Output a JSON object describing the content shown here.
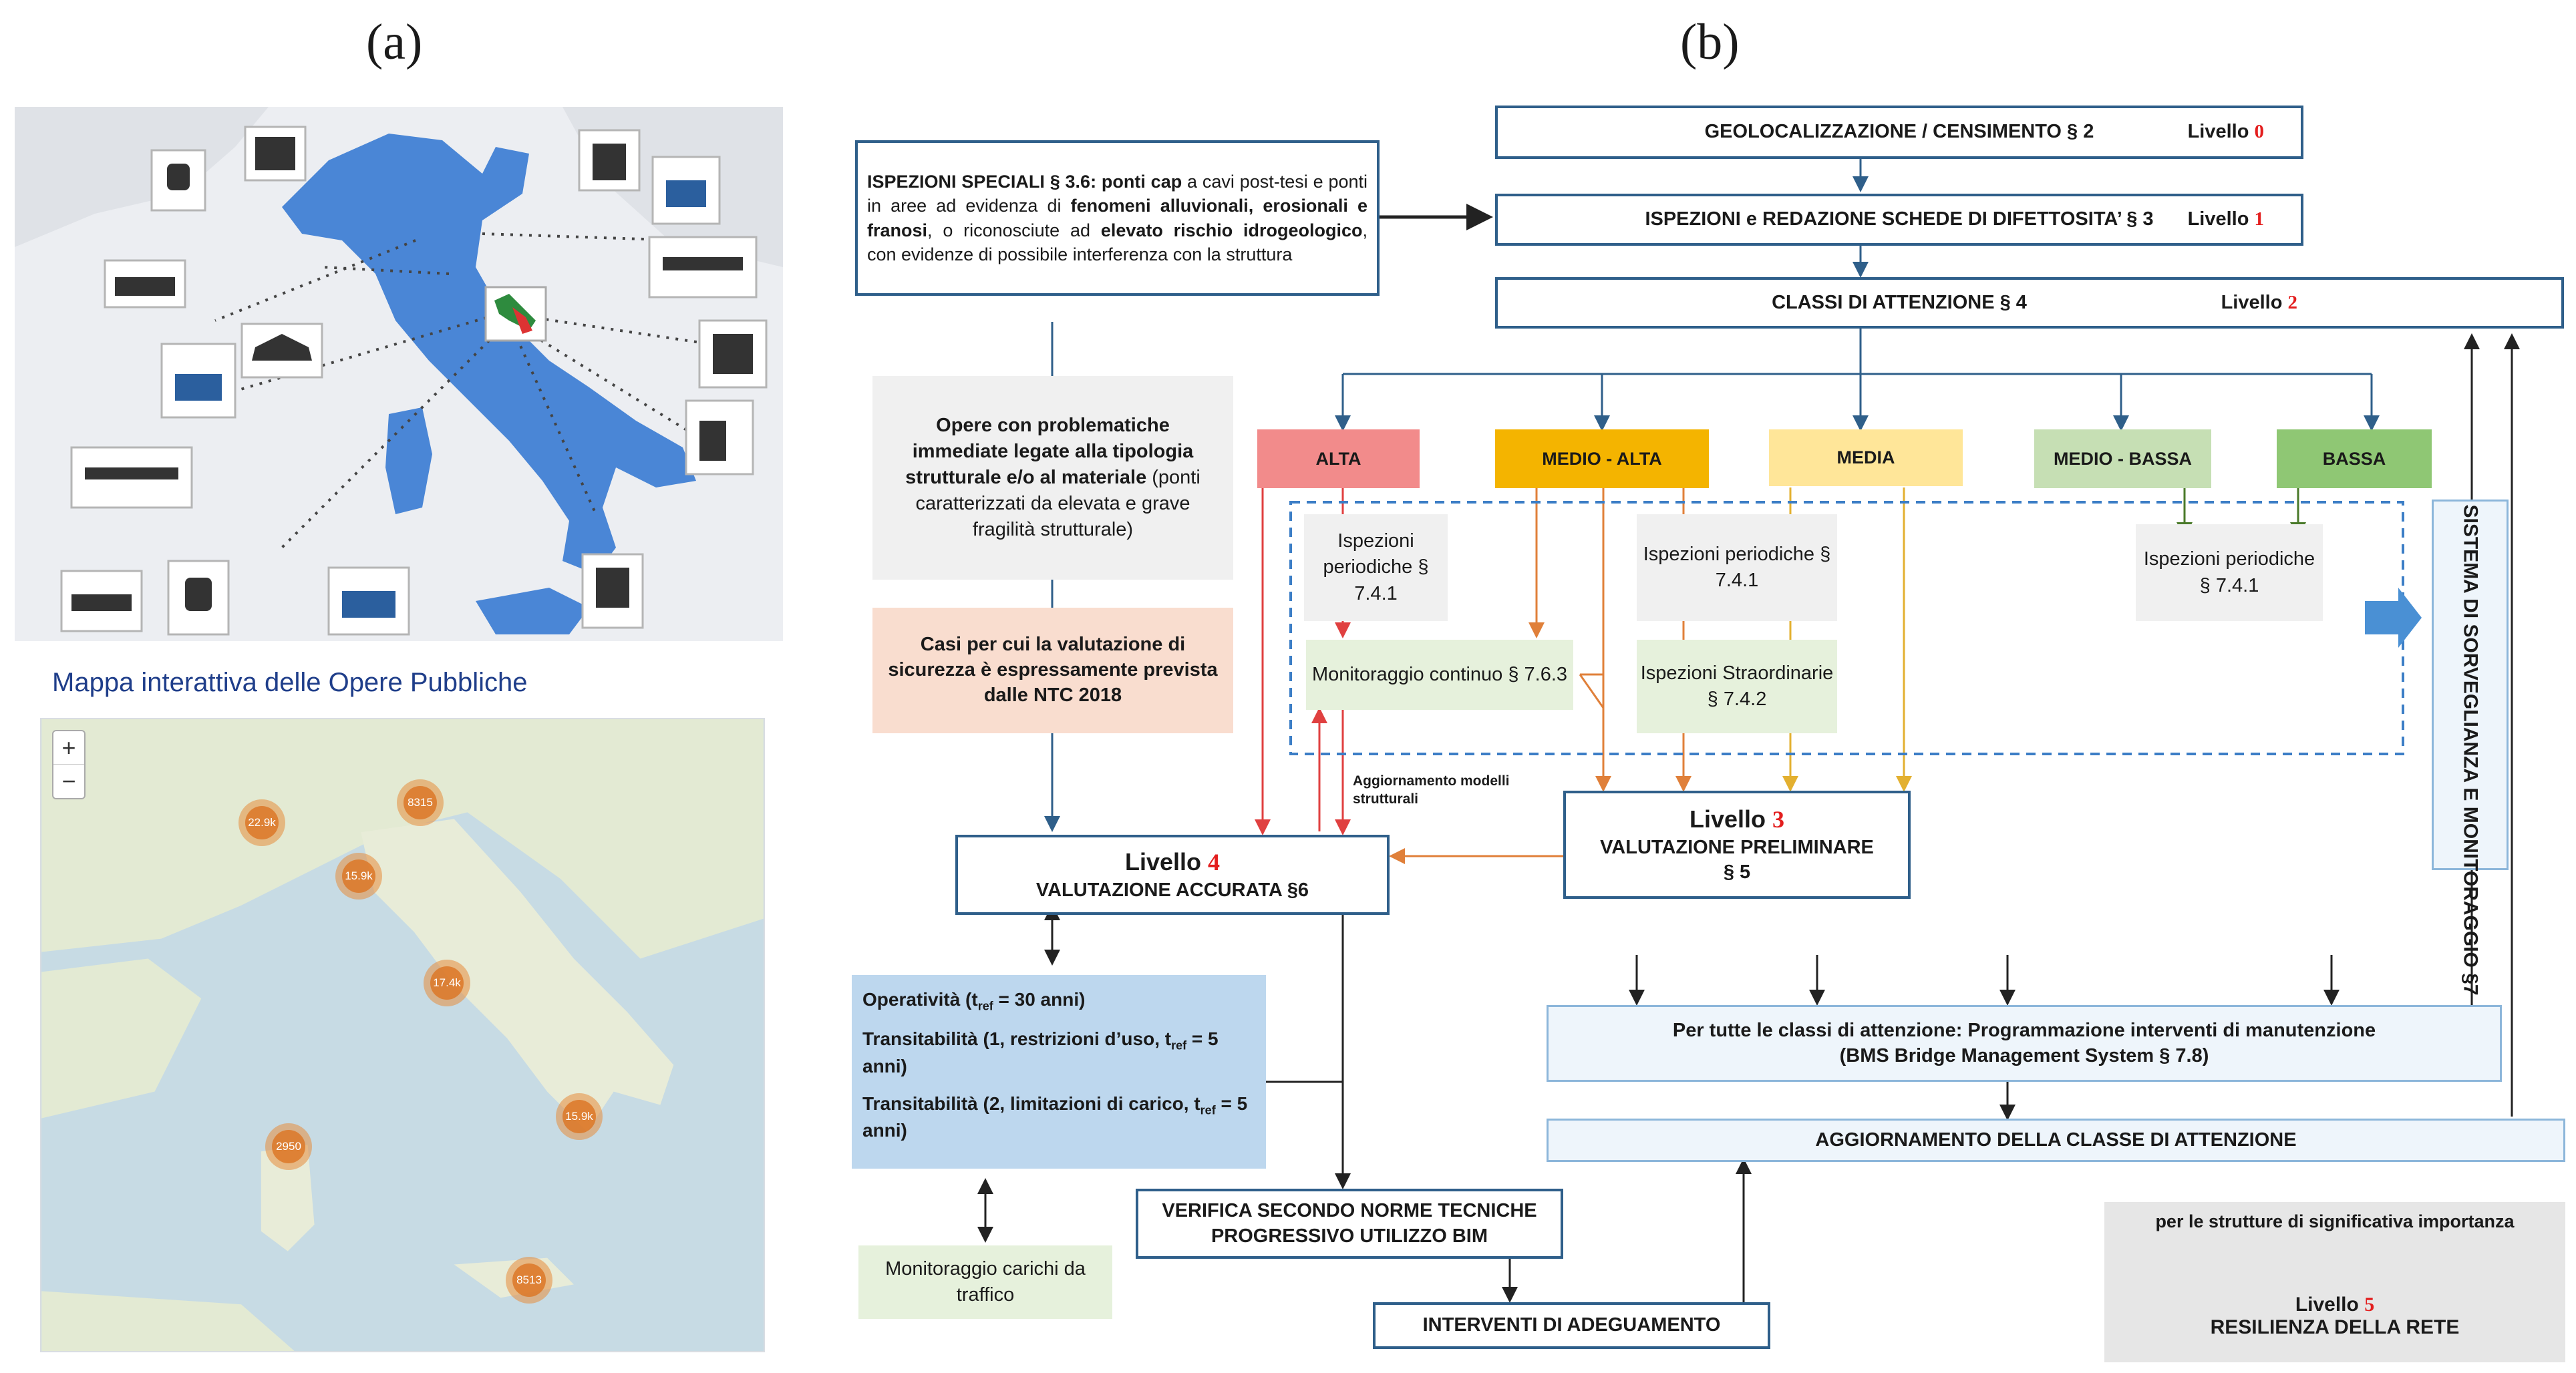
{
  "panels": {
    "a": "(a)",
    "b": "(b)"
  },
  "left": {
    "map_caption": "Mappa interattiva delle Opere Pubbliche",
    "zoom": {
      "in": "+",
      "out": "−"
    },
    "clusters": [
      "8315",
      "22.9k",
      "15.9k",
      "17.4k",
      "15.9k",
      "2950",
      "8513"
    ]
  },
  "diagram": {
    "ispezioni_speciali": {
      "lead": "ISPEZIONI SPECIALI § 3.6: ponti cap",
      "text1": " a cavi post-tesi e ponti in aree ad evidenza di ",
      "bold1": "fenomeni alluvionali, erosionali e franosi",
      "text2": ", o riconosciute ad ",
      "bold2": "elevato rischio idrogeologico",
      "text3": ", con evidenze di possibile interferenza con la struttura"
    },
    "geolocalizzazione": {
      "label": "GEOLOCALIZZAZIONE / CENSIMENTO § 2",
      "level": "Livello",
      "num": "0"
    },
    "ispezioni_redazione": {
      "label": "ISPEZIONI e REDAZIONE SCHEDE DI DIFETTOSITA’ § 3",
      "level": "Livello",
      "num": "1"
    },
    "classi": {
      "label": "CLASSI DI ATTENZIONE § 4",
      "level": "Livello",
      "num": "2"
    },
    "attention_classes": [
      {
        "label": "ALTA",
        "color": "#f28b8b"
      },
      {
        "label": "MEDIO - ALTA",
        "color": "#f4b400"
      },
      {
        "label": "MEDIA",
        "color": "#ffe699"
      },
      {
        "label": "MEDIO - BASSA",
        "color": "#c6dfb4"
      },
      {
        "label": "BASSA",
        "color": "#8fc774"
      }
    ],
    "opere": {
      "bold": "Opere con problematiche immediate legate alla tipologia strutturale e/o al materiale",
      "text": " (ponti caratterizzati da elevata e grave fragilità strutturale)"
    },
    "casi": "Casi per cui la valutazione di sicurezza è espressamente prevista dalle NTC 2018",
    "isp_periodiche": "Ispezioni periodiche § 7.4.1",
    "monitoraggio_continuo": "Monitoraggio continuo § 7.6.3",
    "isp_straordinarie": "Ispezioni Straordinarie § 7.4.2",
    "aggiornamento_modelli": "Aggiornamento modelli strutturali",
    "sistema": "SISTEMA DI SORVEGLIANZA E MONITORAGGIO §7",
    "livello3": {
      "level": "Livello",
      "num": "3",
      "line1": "VALUTAZIONE PRELIMINARE",
      "line2": "§ 5"
    },
    "livello4": {
      "level": "Livello",
      "num": "4",
      "line1": "VALUTAZIONE ACCURATA §6"
    },
    "operativita": "Operatività (t",
    "operativita_sub": "ref",
    "operativita_end": " = 30 anni)",
    "transit1": "Transitabilità (1, restrizioni d’uso, t",
    "transit1_sub": "ref",
    "transit1_end": " = 5 anni)",
    "transit2": "Transitabilità (2, limitazioni di carico, t",
    "transit2_sub": "ref",
    "transit2_end": " = 5 anni)",
    "monitoraggio_carichi": "Monitoraggio carichi da traffico",
    "programmazione_line1": "Per tutte le classi di attenzione: Programmazione interventi di manutenzione",
    "programmazione_line2": "(BMS Bridge Management System § 7.8)",
    "aggiornamento_classe": "AGGIORNAMENTO DELLA CLASSE DI ATTENZIONE",
    "verifica_line1": "VERIFICA SECONDO NORME TECNICHE",
    "verifica_line2": "PROGRESSIVO UTILIZZO BIM",
    "interventi": "INTERVENTI DI ADEGUAMENTO",
    "resilienza": {
      "intro": "per le strutture di significativa importanza",
      "level": "Livello",
      "num": "5",
      "line": "RESILIENZA DELLA RETE"
    }
  }
}
